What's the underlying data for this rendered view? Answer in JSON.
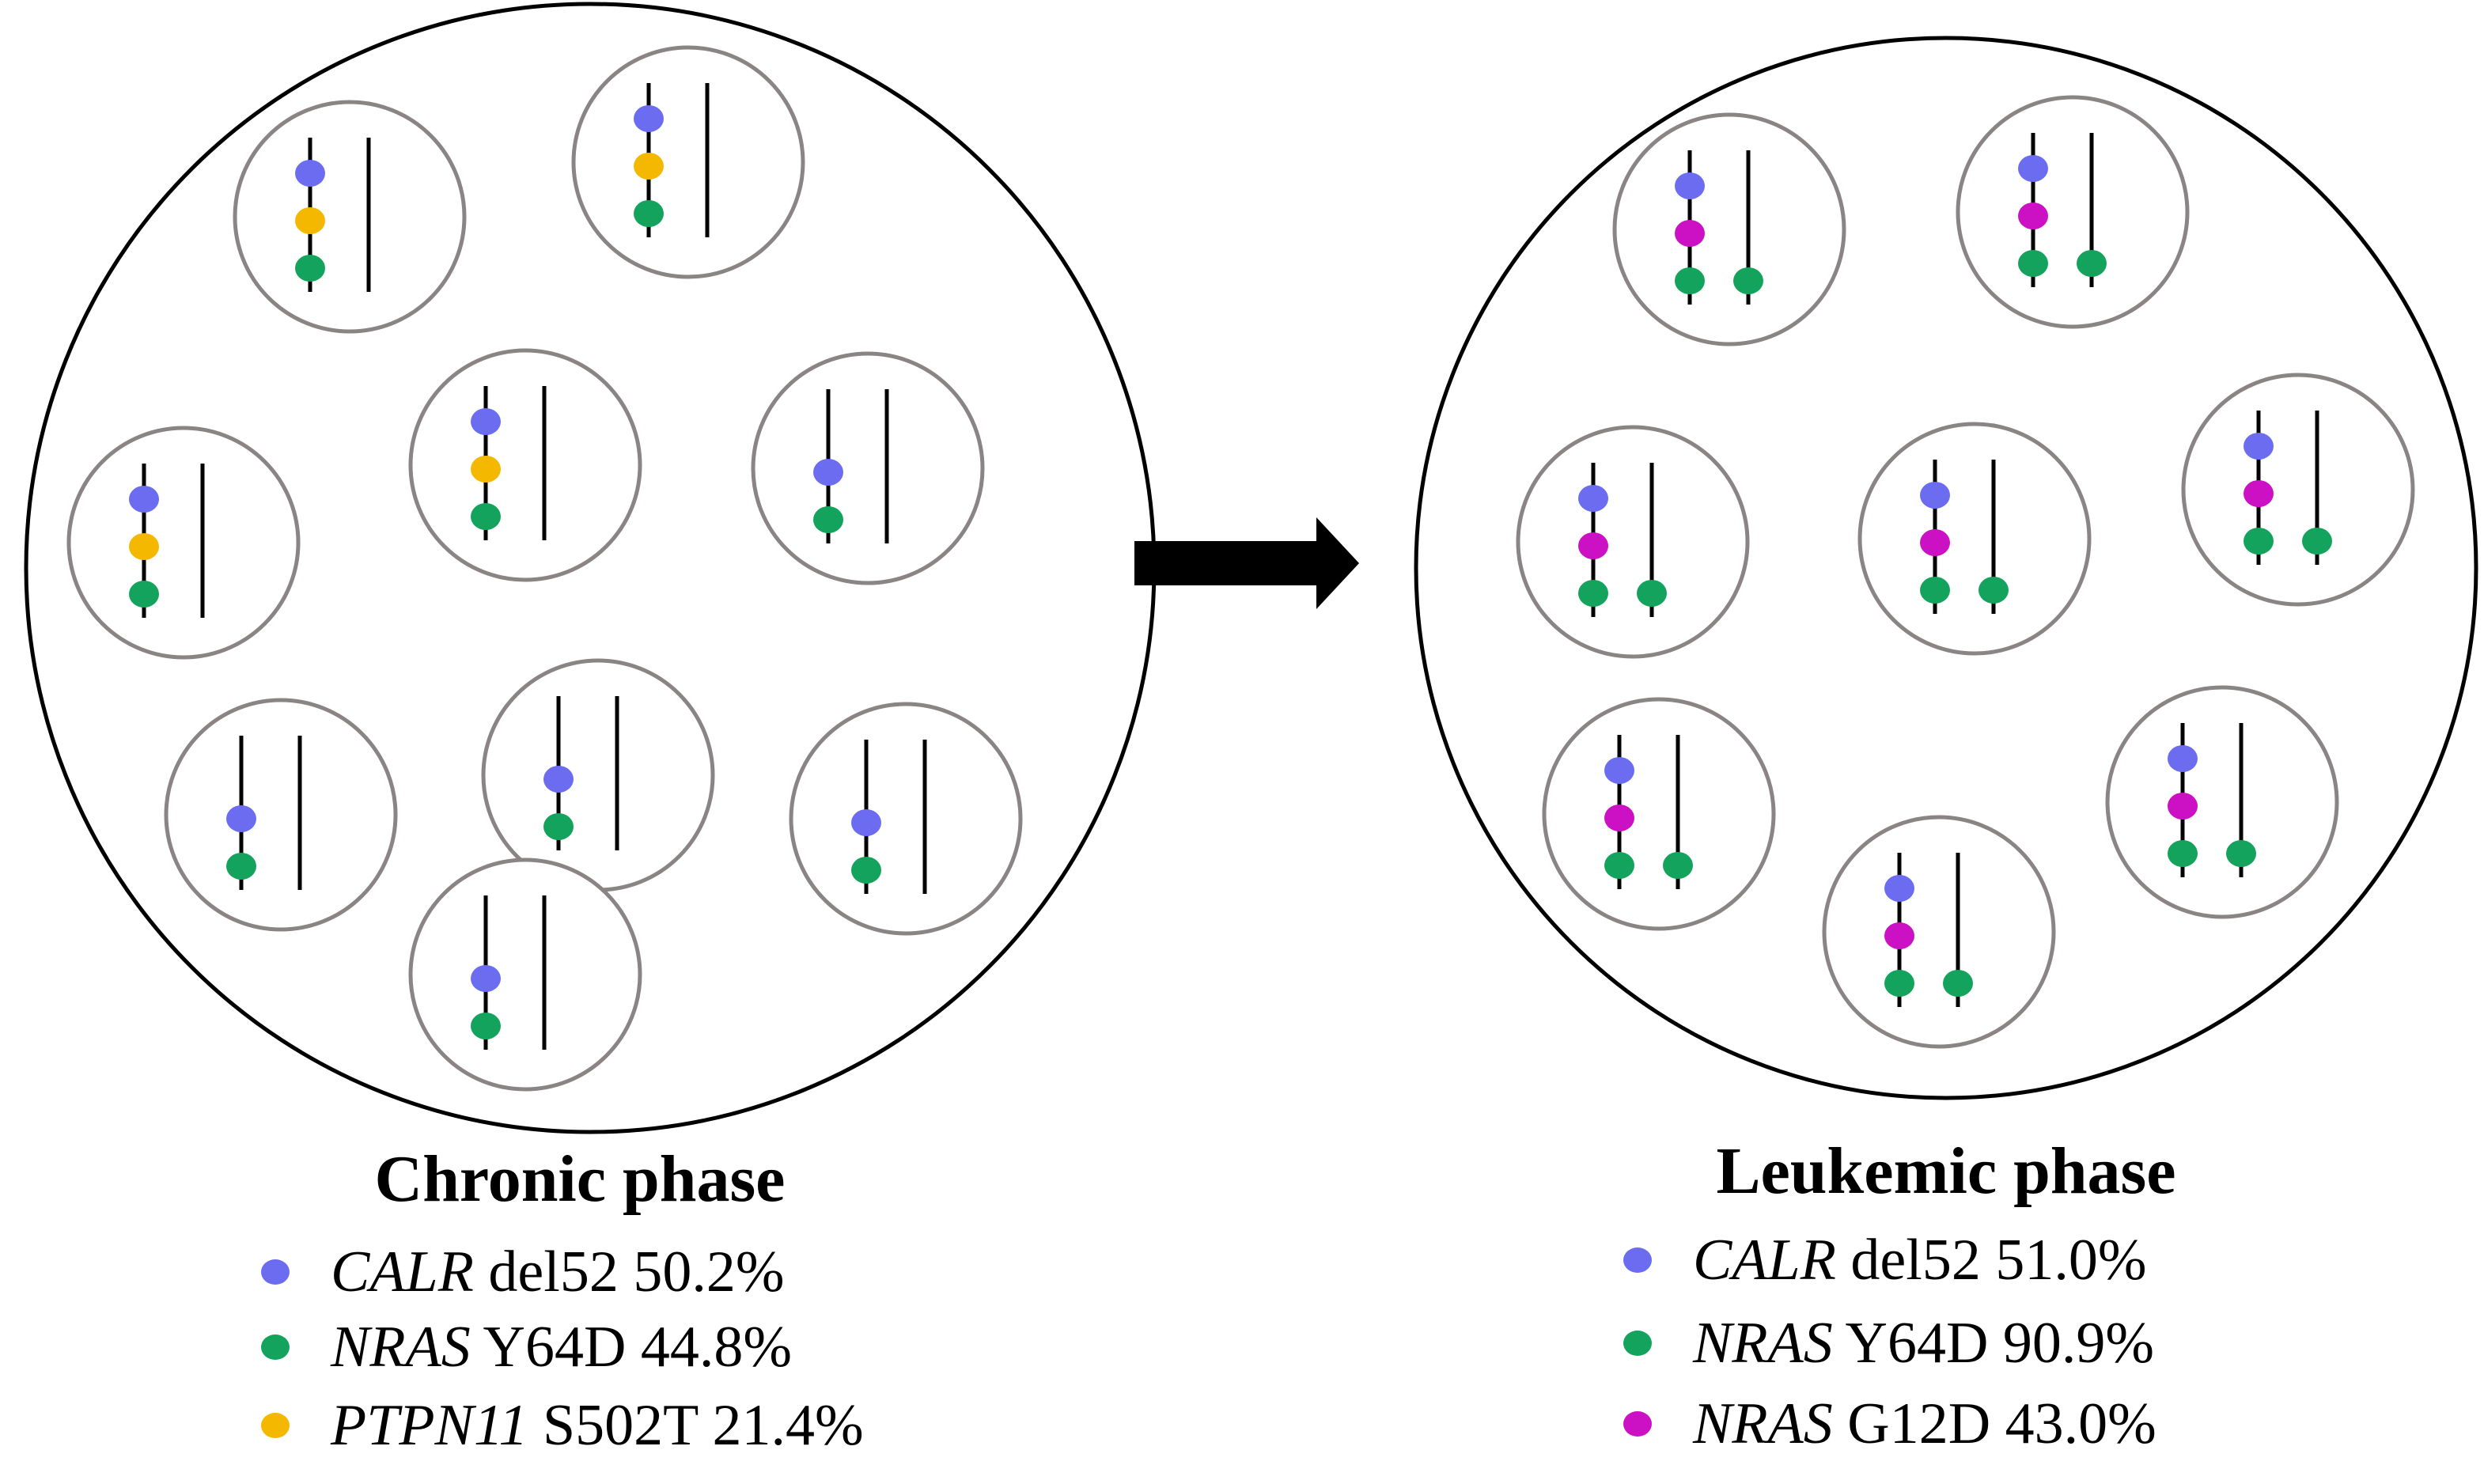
{
  "colors": {
    "calr": "#6b6cf0",
    "nras_y64d": "#14a35c",
    "ptpn11": "#f5b800",
    "nras_g12d": "#cc10c3",
    "population_border": "#000000",
    "cell_border": "#8a8484",
    "chromosome": "#000000",
    "arrow": "#000000"
  },
  "arrow": {
    "icon": "right-arrow-icon"
  },
  "panels": [
    {
      "id": "chronic",
      "title": "Chronic phase",
      "cells": [
        {
          "markers": [
            [
              "calr",
              "ptpn11",
              "nras_y64d"
            ],
            []
          ]
        },
        {
          "markers": [
            [
              "calr",
              "ptpn11",
              "nras_y64d"
            ],
            []
          ]
        },
        {
          "markers": [
            [
              "calr",
              "ptpn11",
              "nras_y64d"
            ],
            []
          ]
        },
        {
          "markers": [
            [
              "calr",
              "nras_y64d"
            ],
            []
          ]
        },
        {
          "markers": [
            [
              "calr",
              "ptpn11",
              "nras_y64d"
            ],
            []
          ]
        },
        {
          "markers": [
            [
              "calr",
              "nras_y64d"
            ],
            []
          ]
        },
        {
          "markers": [
            [
              "calr",
              "nras_y64d"
            ],
            []
          ]
        },
        {
          "markers": [
            [
              "calr",
              "nras_y64d"
            ],
            []
          ]
        },
        {
          "markers": [
            [
              "calr",
              "nras_y64d"
            ],
            []
          ]
        }
      ],
      "legend": [
        {
          "color_key": "calr",
          "gene": "CALR",
          "variant": "del52",
          "vaf": "50.2%"
        },
        {
          "color_key": "nras_y64d",
          "gene": "NRAS",
          "variant": "Y64D",
          "vaf": "44.8%"
        },
        {
          "color_key": "ptpn11",
          "gene": "PTPN11",
          "variant": "S502T",
          "vaf": "21.4%"
        }
      ]
    },
    {
      "id": "leukemic",
      "title": "Leukemic phase",
      "cells": [
        {
          "markers": [
            [
              "calr",
              "nras_g12d",
              "nras_y64d"
            ],
            [
              "nras_y64d"
            ]
          ]
        },
        {
          "markers": [
            [
              "calr",
              "nras_g12d",
              "nras_y64d"
            ],
            [
              "nras_y64d"
            ]
          ]
        },
        {
          "markers": [
            [
              "calr",
              "nras_g12d",
              "nras_y64d"
            ],
            [
              "nras_y64d"
            ]
          ]
        },
        {
          "markers": [
            [
              "calr",
              "nras_g12d",
              "nras_y64d"
            ],
            [
              "nras_y64d"
            ]
          ]
        },
        {
          "markers": [
            [
              "calr",
              "nras_g12d",
              "nras_y64d"
            ],
            [
              "nras_y64d"
            ]
          ]
        },
        {
          "markers": [
            [
              "calr",
              "nras_g12d",
              "nras_y64d"
            ],
            [
              "nras_y64d"
            ]
          ]
        },
        {
          "markers": [
            [
              "calr",
              "nras_g12d",
              "nras_y64d"
            ],
            [
              "nras_y64d"
            ]
          ]
        },
        {
          "markers": [
            [
              "calr",
              "nras_g12d",
              "nras_y64d"
            ],
            [
              "nras_y64d"
            ]
          ]
        }
      ],
      "legend": [
        {
          "color_key": "calr",
          "gene": "CALR",
          "variant": "del52",
          "vaf": "51.0%"
        },
        {
          "color_key": "nras_y64d",
          "gene": "NRAS",
          "variant": "Y64D",
          "vaf": "90.9%"
        },
        {
          "color_key": "nras_g12d",
          "gene": "NRAS",
          "variant": "G12D",
          "vaf": "43.0%"
        }
      ]
    }
  ]
}
